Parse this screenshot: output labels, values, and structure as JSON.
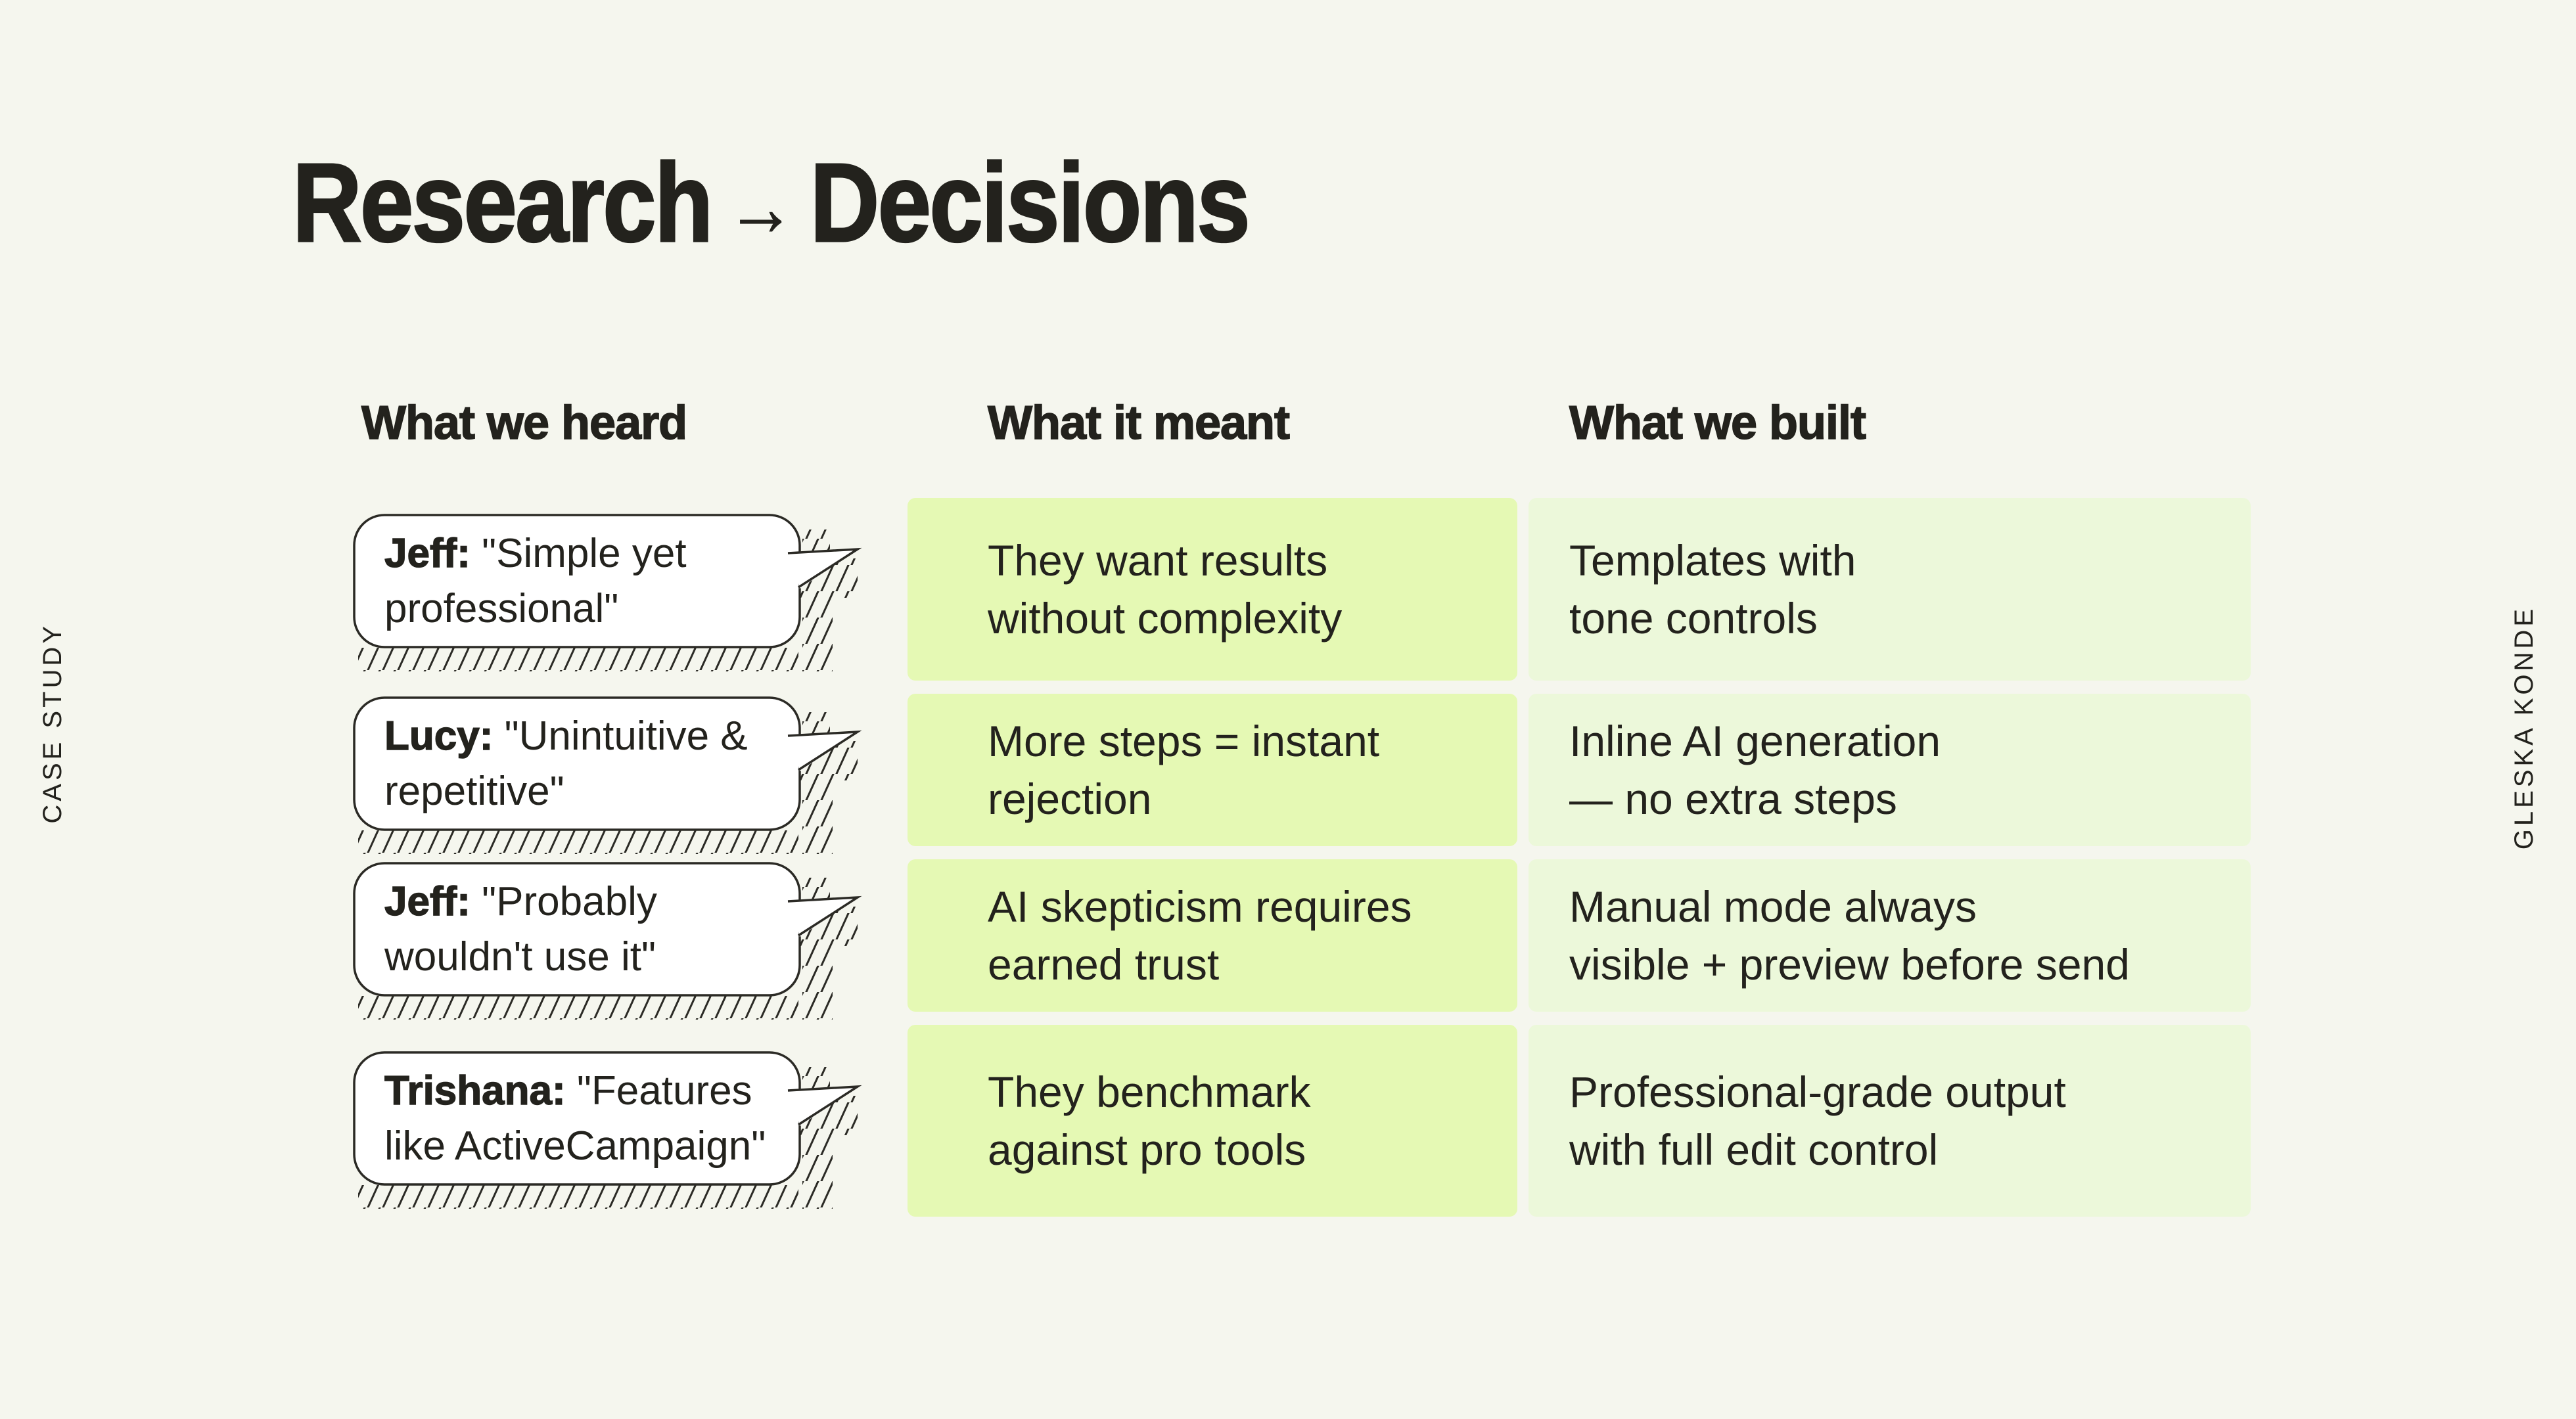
{
  "title": {
    "word1": "Research",
    "arrow": "→",
    "word2": "Decisions"
  },
  "columns": [
    {
      "header": "What we heard"
    },
    {
      "header": "What it meant"
    },
    {
      "header": "What we built"
    }
  ],
  "rows": [
    {
      "speaker": "Jeff:",
      "quote1": "\"Simple yet",
      "quote2": "professional\"",
      "meant1": "They want results",
      "meant2": "without complexity",
      "built1": "Templates with",
      "built2": "tone controls"
    },
    {
      "speaker": "Lucy:",
      "quote1": "\"Unintuitive &",
      "quote2": "repetitive\"",
      "meant1": "More steps = instant",
      "meant2": "rejection",
      "built1": "Inline AI generation",
      "built2": "— no extra steps"
    },
    {
      "speaker": "Jeff:",
      "quote1": "\"Probably",
      "quote2": "wouldn't use it\"",
      "meant1": "AI skepticism requires",
      "meant2": "earned trust",
      "built1": "Manual mode always",
      "built2": "visible + preview before send"
    },
    {
      "speaker": "Trishana:",
      "quote1": "\"Features",
      "quote2": "like ActiveCampaign\"",
      "meant1": "They benchmark",
      "meant2": "against pro tools",
      "built1": "Professional-grade output",
      "built2": "with full edit control"
    }
  ],
  "side_labels": {
    "left": "CASE STUDY",
    "right": "GLESKA KONDE"
  },
  "colors": {
    "bg": "#f5f6ee",
    "ink": "#23221d",
    "meant_green": "#e5f9b4",
    "built_green": "#ecf8da",
    "bubble_fill": "#ffffff",
    "stroke": "#2b2a25"
  }
}
